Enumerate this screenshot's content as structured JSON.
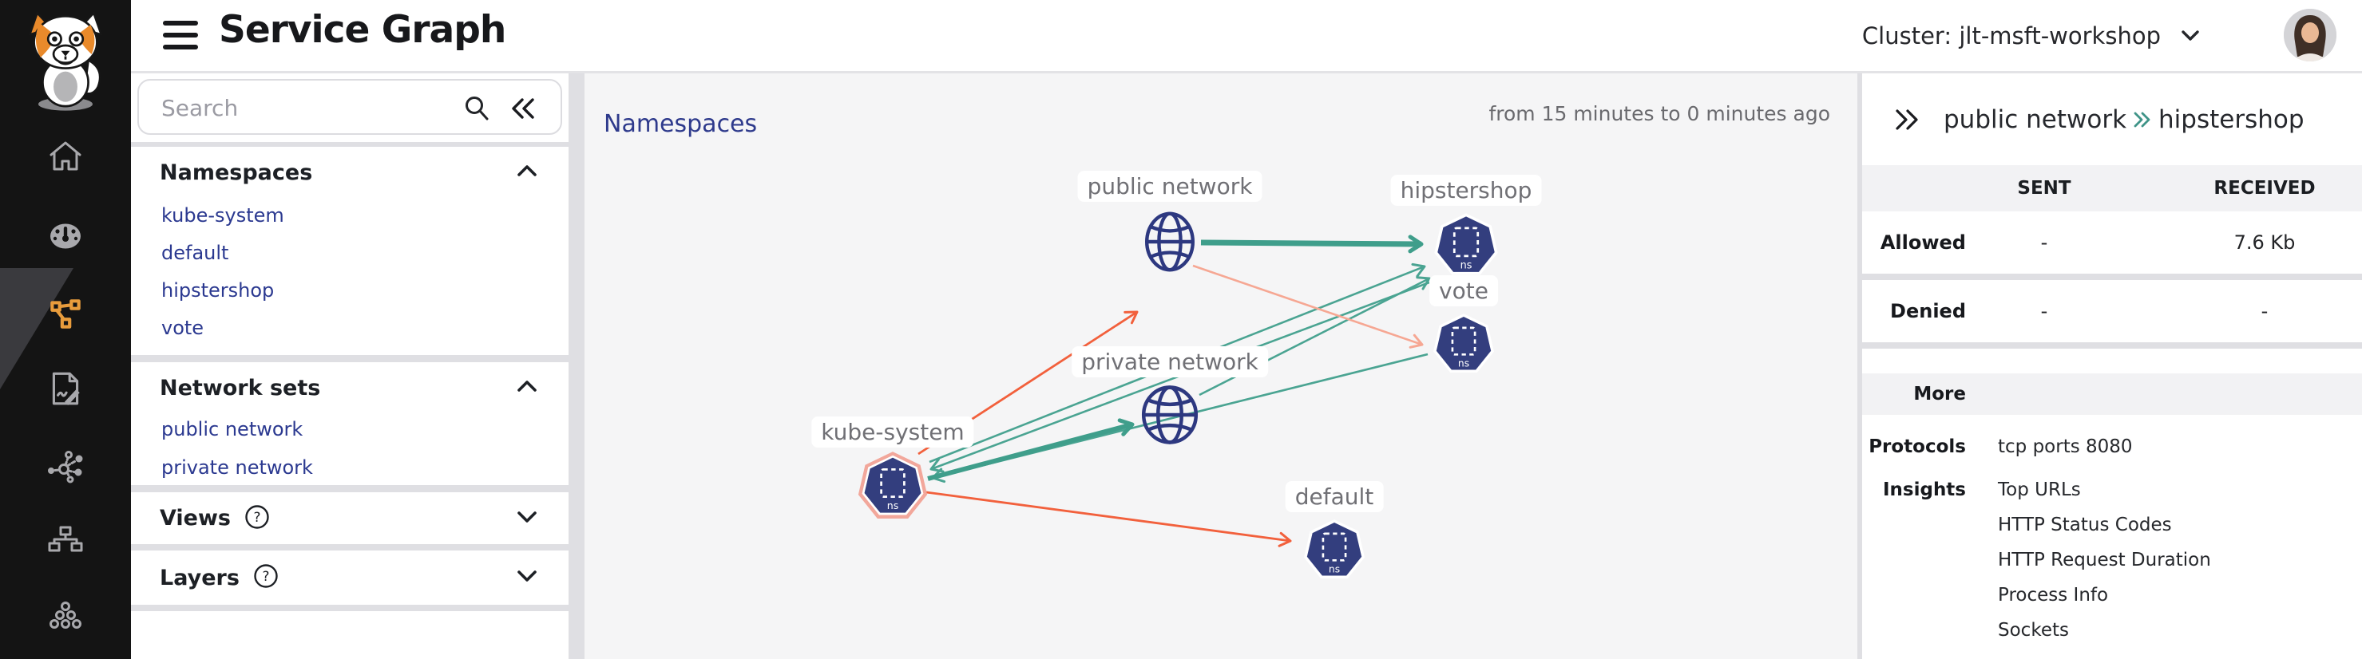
{
  "header": {
    "title": "Service Graph",
    "cluster_label": "Cluster: jlt-msft-workshop"
  },
  "rail": {
    "logo_icon": "calico-cat-logo",
    "items": [
      {
        "icon": "home-icon",
        "active": false
      },
      {
        "icon": "dashboard-gauge-icon",
        "active": false
      },
      {
        "icon": "service-graph-icon",
        "active": true
      },
      {
        "icon": "policies-edit-icon",
        "active": false
      },
      {
        "icon": "flow-visualizer-icon",
        "active": false
      },
      {
        "icon": "tiers-hierarchy-icon",
        "active": false
      },
      {
        "icon": "clusters-icon",
        "active": false
      }
    ]
  },
  "left_panel": {
    "search": {
      "placeholder": "Search",
      "search_icon": "search-icon",
      "collapse_icon": "collapse-panel-double-chevron-icon"
    },
    "sections": [
      {
        "label": "Namespaces",
        "state": "expanded",
        "items": [
          "kube-system",
          "default",
          "hipstershop",
          "vote"
        ]
      },
      {
        "label": "Network sets",
        "state": "expanded",
        "items": [
          "public network",
          "private network"
        ]
      },
      {
        "label": "Views",
        "state": "collapsed",
        "help_icon": "help-circle-icon"
      },
      {
        "label": "Layers",
        "state": "collapsed",
        "help_icon": "help-circle-icon"
      }
    ]
  },
  "canvas": {
    "view_label": "Namespaces",
    "time_range": "from 15 minutes to 0 minutes ago"
  },
  "graph": {
    "ns_badge": "ns",
    "nodes": [
      {
        "id": "public-network",
        "label": "public network",
        "type": "network-globe"
      },
      {
        "id": "hipstershop",
        "label": "hipstershop",
        "type": "namespace"
      },
      {
        "id": "vote",
        "label": "vote",
        "type": "namespace"
      },
      {
        "id": "private-network",
        "label": "private network",
        "type": "network-globe"
      },
      {
        "id": "kube-system",
        "label": "kube-system",
        "type": "namespace",
        "highlighted": true
      },
      {
        "id": "default",
        "label": "default",
        "type": "namespace"
      }
    ],
    "edges": [
      {
        "from": "public network",
        "to": "hipstershop",
        "style": "thick-teal"
      },
      {
        "from": "public network",
        "to": "vote",
        "style": "thin-salmon"
      },
      {
        "from": "kube-system",
        "to": "public network",
        "style": "thin-orange"
      },
      {
        "from": "kube-system",
        "to": "private network",
        "style": "thick-teal"
      },
      {
        "from": "kube-system",
        "to": "default",
        "style": "thin-orange"
      },
      {
        "from": "private network",
        "to": "hipstershop",
        "style": "thin-teal"
      },
      {
        "from": "kube-system",
        "to": "hipstershop",
        "style": "thin-teal"
      },
      {
        "from": "hipstershop",
        "to": "kube-system",
        "style": "thin-teal"
      },
      {
        "from": "vote",
        "to": "kube-system",
        "style": "thin-teal"
      }
    ]
  },
  "right_panel": {
    "expand_icon": "double-chevron-right-icon",
    "source": "public network",
    "target": "hipstershop",
    "columns": [
      "SENT",
      "RECEIVED"
    ],
    "rows": [
      {
        "label": "Allowed",
        "sent": "-",
        "received": "7.6 Kb"
      },
      {
        "label": "Denied",
        "sent": "-",
        "received": "-"
      }
    ],
    "more_label": "More",
    "protocols_label": "Protocols",
    "protocols_value": "tcp ports 8080",
    "insights_label": "Insights",
    "insights": [
      "Top URLs",
      "HTTP Status Codes",
      "HTTP Request Duration",
      "Process Info",
      "Sockets"
    ]
  },
  "colors": {
    "accent_orange": "#E89C3C",
    "edge_teal": "#3F9E8B",
    "edge_teal_thin": "#4AA492",
    "edge_orange": "#F2603C",
    "edge_salmon": "#F6A793",
    "node_indigo": "#333E7E",
    "link_blue": "#2B3990",
    "canvas_bg": "#F5F5F6"
  }
}
